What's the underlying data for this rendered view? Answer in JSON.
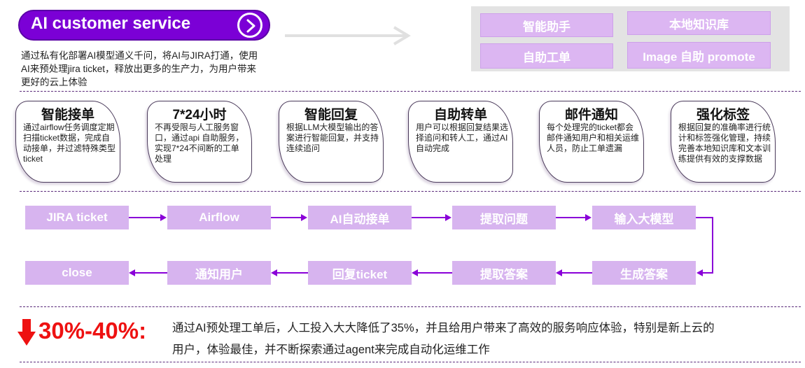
{
  "header": {
    "title": "AI customer service",
    "intro": "通过私有化部署AI模型通义千问，将AI与JIRA打通，使用AI来预处理jira ticket，释放出更多的生产力，为用户带来更好的云上体验"
  },
  "features": [
    "智能助手",
    "本地知识库",
    "自助工单",
    "Image 自助  promote"
  ],
  "cards": [
    {
      "title": "智能接单",
      "desc": "通过airflow任务调度定期扫描ticket数据，完成自动接单，并过滤特殊类型ticket"
    },
    {
      "title": "7*24小时",
      "desc": "不再受限与人工服务窗口，通过api 自助服务，实现7*24不间断的工单处理"
    },
    {
      "title": "智能回复",
      "desc": "根据LLM大模型输出的答案进行智能回复，并支持连续追问"
    },
    {
      "title": "自助转单",
      "desc": "用户可以根据回复结果选择追问和转人工，通过AI自动完成"
    },
    {
      "title": "邮件通知",
      "desc": "每个处理完的ticket都会邮件通知用户和相关运维人员，防止工单遗漏"
    },
    {
      "title": "强化标签",
      "desc": "根据回复的准确率进行统计和标签强化管理，持续完善本地知识库和文本训练提供有效的支撑数据"
    }
  ],
  "flow": {
    "row1": [
      "JIRA ticket",
      "Airflow",
      "AI自动接单",
      "提取问题",
      "输入大模型"
    ],
    "row2": [
      "close",
      "通知用户",
      "回复ticket",
      "提取答案",
      "生成答案"
    ]
  },
  "result": {
    "stat": "30%-40%:",
    "summary": "通过AI预处理工单后，人工投入大大降低了35%，并且给用户带来了高效的服务响应体验，特别是新上云的用户，体验最佳，并不断探索通过agent来完成自动化运维工作"
  },
  "colors": {
    "brand": "#7b00d6",
    "feature_bg": "#dcb6f2",
    "flow_bg": "#d7b4ef",
    "stat": "#ee1111",
    "panel": "#e3e3e3"
  }
}
